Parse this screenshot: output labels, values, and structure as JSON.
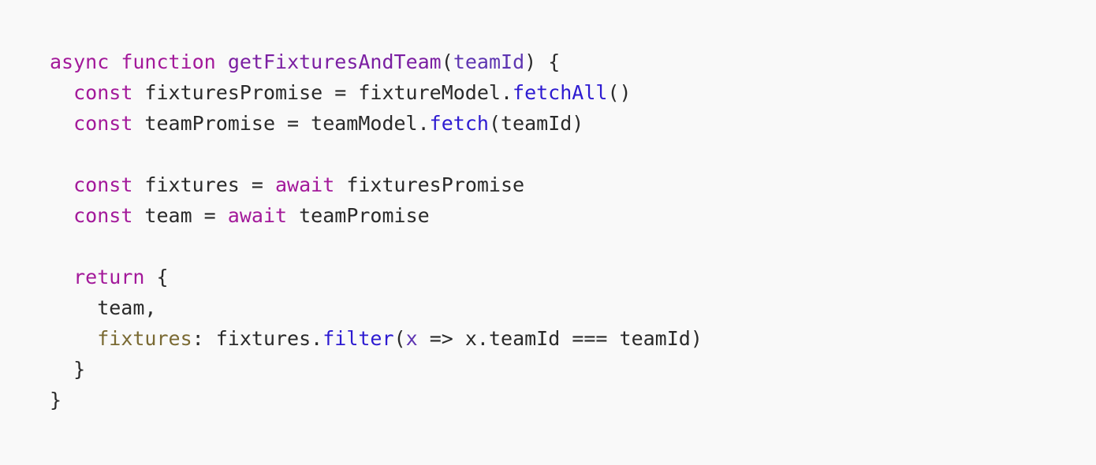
{
  "colors": {
    "background": "#f9f9f9",
    "keyword": "#a3199a",
    "function_name": "#7b1fa2",
    "parameter": "#5e35b1",
    "method": "#2d1bd1",
    "property": "#7a6a33",
    "plain": "#2a2a2a"
  },
  "code": {
    "lines": [
      {
        "tokens": [
          {
            "text": "async",
            "kind": "keyword"
          },
          {
            "text": " ",
            "kind": "plain"
          },
          {
            "text": "function",
            "kind": "keyword"
          },
          {
            "text": " ",
            "kind": "plain"
          },
          {
            "text": "getFixturesAndTeam",
            "kind": "function_name"
          },
          {
            "text": "(",
            "kind": "plain"
          },
          {
            "text": "teamId",
            "kind": "parameter"
          },
          {
            "text": ") {",
            "kind": "plain"
          }
        ]
      },
      {
        "tokens": [
          {
            "text": "  ",
            "kind": "plain"
          },
          {
            "text": "const",
            "kind": "keyword"
          },
          {
            "text": " fixturesPromise = fixtureModel.",
            "kind": "plain"
          },
          {
            "text": "fetchAll",
            "kind": "method"
          },
          {
            "text": "()",
            "kind": "plain"
          }
        ]
      },
      {
        "tokens": [
          {
            "text": "  ",
            "kind": "plain"
          },
          {
            "text": "const",
            "kind": "keyword"
          },
          {
            "text": " teamPromise = teamModel.",
            "kind": "plain"
          },
          {
            "text": "fetch",
            "kind": "method"
          },
          {
            "text": "(teamId)",
            "kind": "plain"
          }
        ]
      },
      {
        "tokens": []
      },
      {
        "tokens": [
          {
            "text": "  ",
            "kind": "plain"
          },
          {
            "text": "const",
            "kind": "keyword"
          },
          {
            "text": " fixtures = ",
            "kind": "plain"
          },
          {
            "text": "await",
            "kind": "keyword"
          },
          {
            "text": " fixturesPromise",
            "kind": "plain"
          }
        ]
      },
      {
        "tokens": [
          {
            "text": "  ",
            "kind": "plain"
          },
          {
            "text": "const",
            "kind": "keyword"
          },
          {
            "text": " team = ",
            "kind": "plain"
          },
          {
            "text": "await",
            "kind": "keyword"
          },
          {
            "text": " teamPromise",
            "kind": "plain"
          }
        ]
      },
      {
        "tokens": []
      },
      {
        "tokens": [
          {
            "text": "  ",
            "kind": "plain"
          },
          {
            "text": "return",
            "kind": "keyword"
          },
          {
            "text": " {",
            "kind": "plain"
          }
        ]
      },
      {
        "tokens": [
          {
            "text": "    team,",
            "kind": "plain"
          }
        ]
      },
      {
        "tokens": [
          {
            "text": "    ",
            "kind": "plain"
          },
          {
            "text": "fixtures",
            "kind": "property"
          },
          {
            "text": ": fixtures.",
            "kind": "plain"
          },
          {
            "text": "filter",
            "kind": "method"
          },
          {
            "text": "(",
            "kind": "plain"
          },
          {
            "text": "x",
            "kind": "parameter"
          },
          {
            "text": " => x.teamId === teamId)",
            "kind": "plain"
          }
        ]
      },
      {
        "tokens": [
          {
            "text": "  }",
            "kind": "plain"
          }
        ]
      },
      {
        "tokens": [
          {
            "text": "}",
            "kind": "plain"
          }
        ]
      }
    ]
  }
}
